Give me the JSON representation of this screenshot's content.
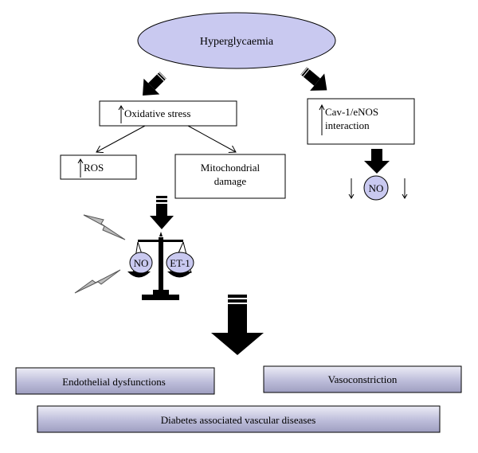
{
  "nodes": {
    "hyperglycaemia": "Hyperglycaemia",
    "oxidative_stress": "Oxidative stress",
    "cav_line1": "Cav-1/eNOS",
    "cav_line2": "interaction",
    "ros": "ROS",
    "mito_line1": "Mitochondrial",
    "mito_line2": "damage",
    "no_circle": "NO",
    "balance_no": "NO",
    "balance_et1": "ET-1",
    "endothelial": "Endothelial dysfunctions",
    "vasoconstriction": "Vasoconstriction",
    "diabetes": "Diabetes associated vascular diseases"
  },
  "colors": {
    "ellipse_fill": "#c9c9f0",
    "bar_gradient_light": "#ececf6",
    "bar_gradient_mid": "#bdbdda",
    "bar_gradient_dark": "#9e9ec0",
    "lightning_fill": "#bdbdbd"
  },
  "icons": {
    "increase": "up-arrow-icon",
    "decrease": "down-arrow-icon",
    "balance": "balance-scale-icon",
    "stress": "lightning-bolt-icon"
  }
}
